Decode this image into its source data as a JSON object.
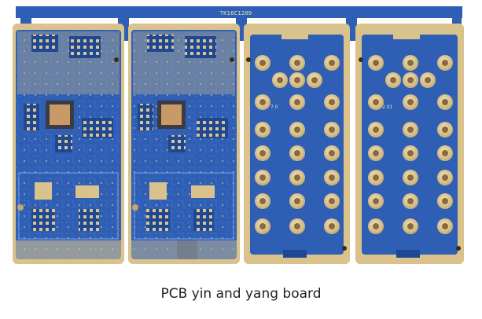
{
  "caption": "PCB yin and yang board",
  "rail_marking": "TK16C1289",
  "panel_labels": [
    "7.0",
    "2.01"
  ],
  "colors": {
    "background": "#ffffff",
    "solder_mask": "#2f5fb5",
    "solder_mask_dark": "#1f4894",
    "gold_pad": "#d8c08a",
    "gold_highlight": "#ecdbb0",
    "copper_chip": "#c99a67",
    "trace": "#6f96d6"
  },
  "boards": [
    "yin-board-1",
    "yin-board-2",
    "yang-keypad-board-1",
    "yang-keypad-board-2"
  ]
}
